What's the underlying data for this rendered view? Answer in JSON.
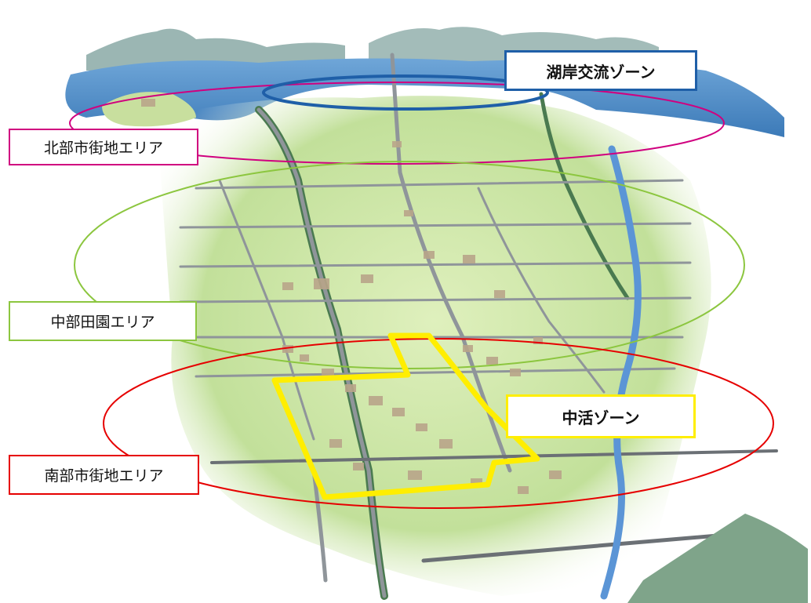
{
  "labels": {
    "north": "北部市街地エリア",
    "middle": "中部田園エリア",
    "south": "南部市街地エリア",
    "lake_zone": "湖岸交流ゾーン",
    "center_zone": "中活ゾーン"
  },
  "colors": {
    "north": "#d0007f",
    "middle": "#8cc63f",
    "south": "#e60000",
    "lake_zone": "#1f5fa8",
    "center_zone": "#ffee00",
    "lake_water": "#4f8fc9",
    "mountains": "#7fa3a0",
    "fields": "#cfe6a6",
    "roads": "#8f959a",
    "river": "#5b95d6"
  }
}
